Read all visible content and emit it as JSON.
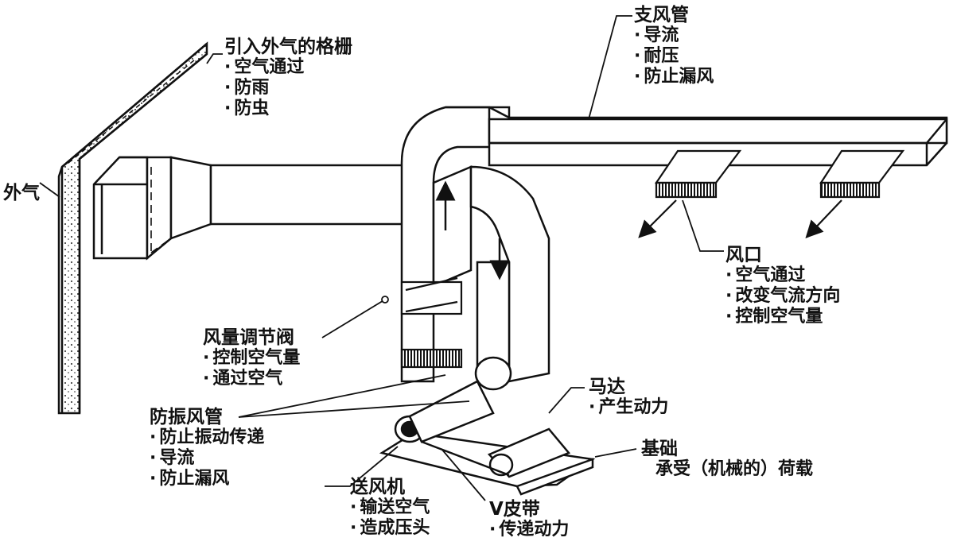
{
  "labels": {
    "outside_air": "外气",
    "grille": {
      "title": "引入外气的格栅",
      "items": [
        "空气通过",
        "防雨",
        "防虫"
      ]
    },
    "branch_duct": {
      "title": "支风管",
      "items": [
        "导流",
        "耐压",
        "防止漏风"
      ]
    },
    "outlet": {
      "title": "风口",
      "items": [
        "空气通过",
        "改变气流方向",
        "控制空气量"
      ]
    },
    "damper": {
      "title": "风量调节阀",
      "items": [
        "控制空气量",
        "通过空气"
      ]
    },
    "flex_duct": {
      "title": "防振风管",
      "items": [
        "防止振动传递",
        "导流",
        "防止漏风"
      ]
    },
    "motor": {
      "title": "马达",
      "items": [
        "产生动力"
      ]
    },
    "foundation": {
      "title": "基础",
      "items": [
        "承受（机械的）荷载"
      ]
    },
    "fan": {
      "title": "送风机",
      "items": [
        "输送空气",
        "造成压头"
      ]
    },
    "belt": {
      "title": "V皮带",
      "items": [
        "传递动力"
      ]
    }
  },
  "colors": {
    "ink": "#111111",
    "paper": "#ffffff"
  }
}
